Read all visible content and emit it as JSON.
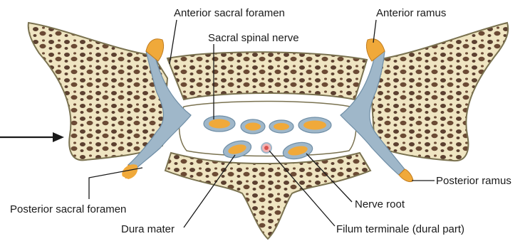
{
  "figure": {
    "labels": {
      "anterior_sacral_foramen": "Anterior sacral foramen",
      "anterior_ramus": "Anterior ramus",
      "sacral_spinal_nerve": "Sacral spinal nerve",
      "posterior_ramus": "Posterior ramus",
      "posterior_sacral_foramen": "Posterior sacral foramen",
      "nerve_root": "Nerve root",
      "dura_mater": "Dura mater",
      "filum_terminale": "Filum terminale (dural part)"
    },
    "colors": {
      "bone_outline": "#7a7250",
      "bone_fill": "#efe5c2",
      "bone_pore": "#5c4030",
      "nerve_blue": "#9fb7c9",
      "nerve_orange": "#f0a93a",
      "canal_white": "#ffffff",
      "leader_line": "#1a1a1a"
    }
  }
}
